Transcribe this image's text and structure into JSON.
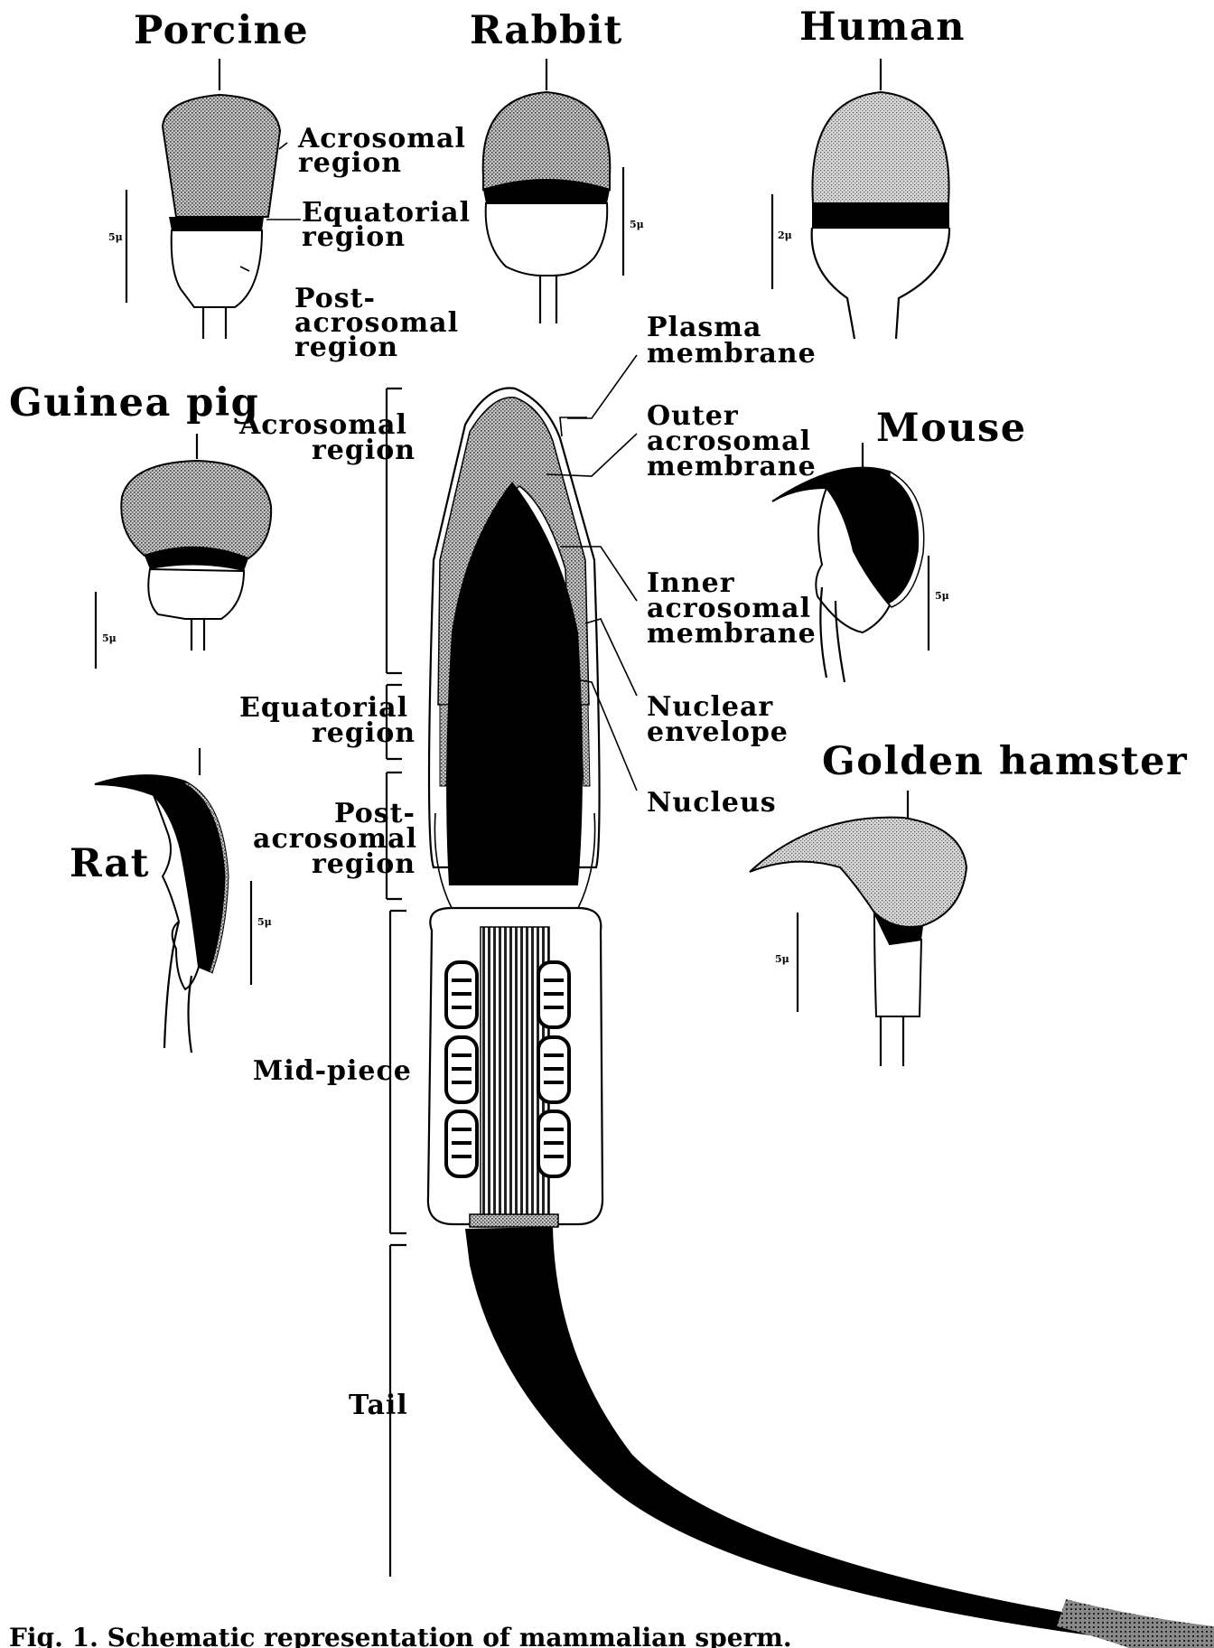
{
  "species": {
    "porcine": "Porcine",
    "rabbit": "Rabbit",
    "human": "Human",
    "guinea_pig": "Guinea pig",
    "mouse": "Mouse",
    "rat": "Rat",
    "golden_hamster": "Golden hamster"
  },
  "porcine_labels": {
    "acrosomal": [
      "Acrosomal",
      "region"
    ],
    "equatorial": [
      "Equatorial",
      "region"
    ],
    "post_acrosomal": [
      "Post-",
      "acrosomal",
      "region"
    ]
  },
  "structures": {
    "plasma_membrane": [
      "Plasma",
      "membrane"
    ],
    "outer_acrosomal_membrane": [
      "Outer",
      "acrosomal",
      "membrane"
    ],
    "inner_acrosomal_membrane": [
      "Inner",
      "acrosomal",
      "membrane"
    ],
    "nuclear_envelope": [
      "Nuclear",
      "envelope"
    ],
    "nucleus": "Nucleus"
  },
  "regions": {
    "acrosomal": [
      "Acrosomal",
      "region"
    ],
    "equatorial": [
      "Equatorial",
      "region"
    ],
    "post_acrosomal": [
      "Post-",
      "acrosomal",
      "region"
    ],
    "mid_piece": "Mid-piece",
    "tail": "Tail"
  },
  "scale_bars": {
    "porcine": "5μ",
    "rabbit": "5μ",
    "human": "2μ",
    "guinea_pig": "5μ",
    "mouse": "5μ",
    "rat": "5μ",
    "golden_hamster": "5μ"
  },
  "caption": "Fig. 1. Schematic representation of mammalian sperm.",
  "colors": {
    "acrosome_fill": "#a9a9a9",
    "dense_fill": "#000000",
    "line": "#000000",
    "background": "#ffffff"
  }
}
